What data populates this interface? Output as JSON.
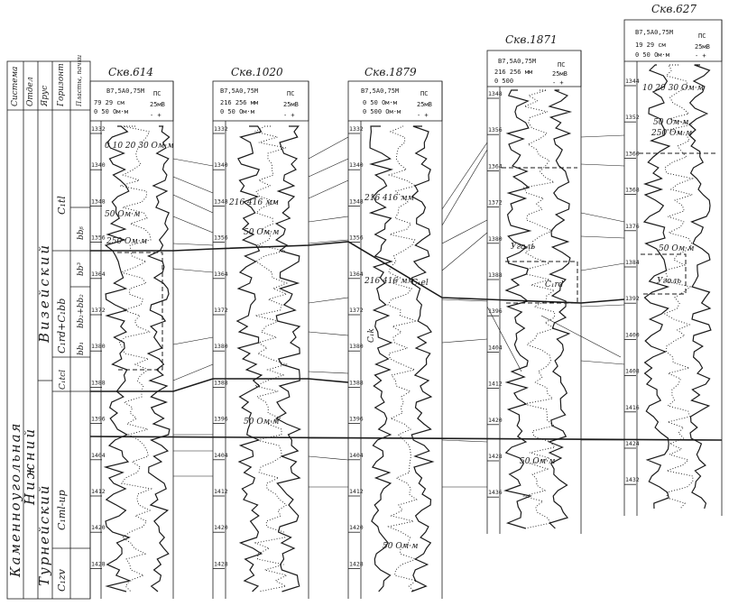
{
  "left_column": {
    "headers": [
      "Система",
      "Отдел",
      "Ярус",
      "Горизонт",
      "Пласты, пачки"
    ],
    "system": "Каменноугольная",
    "division": "Нижний",
    "stage_visean": "Визейский",
    "stage_tournaisian": "Турнейский",
    "horizons": [
      "C₁tl",
      "C₁rd+C₁bb",
      "C₁tcl",
      "C₁ml-up",
      "C₁zv"
    ],
    "layers": [
      "bbᵦ",
      "bb³",
      "bb₂+bb₂",
      "bb₁"
    ]
  },
  "wells": [
    {
      "title": "Скв.614",
      "probe": "В7,5А0,75М",
      "r_label": "79  29 см",
      "r_scale": "0   50 Ом·м",
      "sp_label": "ПС",
      "sp_scale": "25мВ",
      "sign": "-  +",
      "depths": [
        "1332",
        "1340",
        "1348",
        "1356",
        "1364",
        "1372",
        "1380",
        "1388",
        "1396",
        "1404",
        "1412",
        "1420",
        "1428"
      ],
      "notes": [
        "0   10   20   30 Ом·м",
        "50 Ом·м",
        "250 Ом·м"
      ]
    },
    {
      "title": "Скв.1020",
      "probe": "В7,5А0,75М",
      "r_label": "216  256 мм",
      "r_scale": "0   50 Ом·м",
      "sp_label": "ПС",
      "sp_scale": "25мВ",
      "sign": "-  +",
      "depths": [
        "1332",
        "1340",
        "1348",
        "1356",
        "1364",
        "1372",
        "1380",
        "1388",
        "1396",
        "1404",
        "1412",
        "1420",
        "1428"
      ],
      "notes": [
        "216  416 мм",
        "50 Ом·м",
        "50 Ом·м"
      ]
    },
    {
      "title": "Скв.1879",
      "probe": "В7,5А0,75М",
      "r_label": "0   50 Ом·м",
      "r_scale": "0   500 Ом·м",
      "sp_label": "ПС",
      "sp_scale": "25мВ",
      "sign": "-  +",
      "depths": [
        "1332",
        "1340",
        "1348",
        "1356",
        "1364",
        "1372",
        "1380",
        "1388",
        "1396",
        "1404",
        "1412",
        "1420",
        "1428"
      ],
      "notes": [
        "216  416 мм",
        "216  416 мм",
        "50 Ом·м"
      ]
    },
    {
      "title": "Скв.1871",
      "probe": "В7,5А0,75М",
      "r_label": "216  256 мм",
      "r_scale": "0   500",
      "sp_label": "ПС",
      "sp_scale": "25мВ",
      "sign": "-  +",
      "depths": [
        "1348",
        "1356",
        "1364",
        "1372",
        "1380",
        "1388",
        "1396",
        "1404",
        "1412",
        "1420",
        "1428",
        "1436"
      ],
      "notes": [
        "Уголь",
        "50 Ом·м"
      ]
    },
    {
      "title": "Скв.627",
      "probe": "В7,5А0,75М",
      "r_label": "19   29 см",
      "r_scale": "0   50 Ом·м",
      "sp_label": "ПС",
      "sp_scale": "25мВ",
      "sign": "-  +",
      "depths": [
        "1344",
        "1352",
        "1360",
        "1368",
        "1376",
        "1384",
        "1392",
        "1400",
        "1408",
        "1416",
        "1424",
        "1432"
      ],
      "notes": [
        "10   20   30 Ом·м",
        "50 Ом·м",
        "250 Ом·м",
        "50 Ом·м",
        "Уголь"
      ]
    }
  ],
  "labels": {
    "c1tl": "C₁tl",
    "c1el": "C₁el",
    "c1k": "C₁k",
    "c1rd": "C₁rd",
    "coal": "Уголь"
  }
}
